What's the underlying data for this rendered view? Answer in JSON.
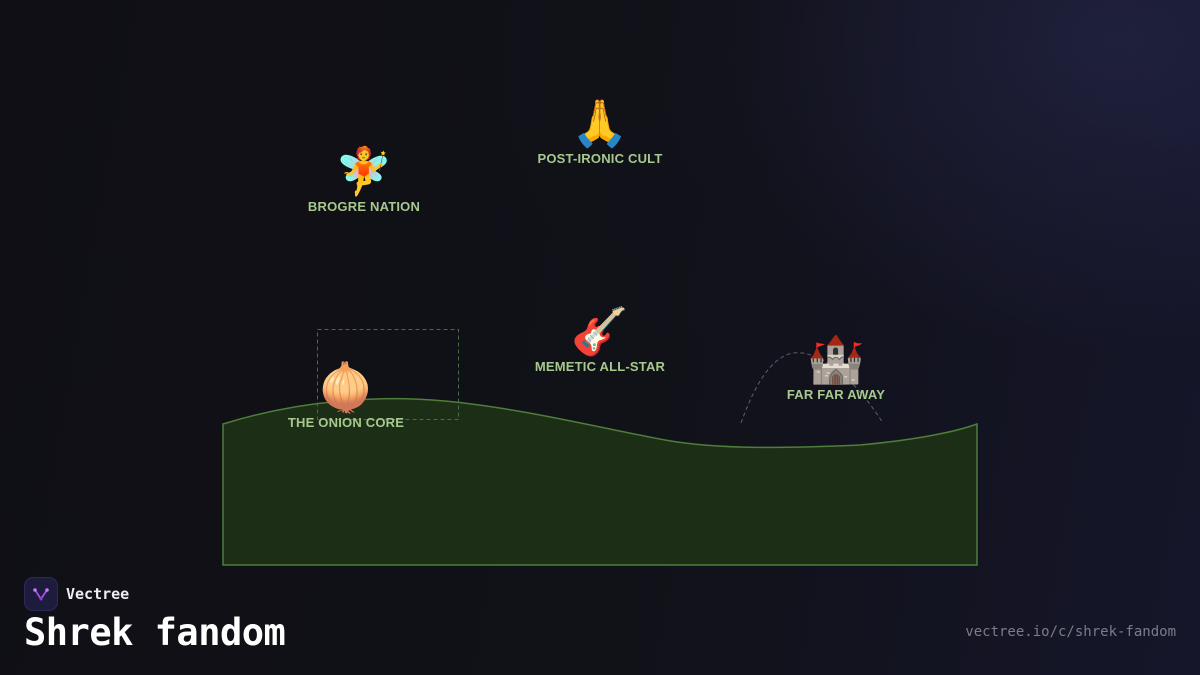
{
  "map": {
    "landmarks": [
      {
        "id": "brogre-nation",
        "icon": "fairy-icon",
        "emoji": "🧚",
        "label": "BROGRE NATION"
      },
      {
        "id": "post-ironic-cult",
        "icon": "folded-hands-icon",
        "emoji": "🙏",
        "label": "POST-IRONIC CULT"
      },
      {
        "id": "memetic-all-star",
        "icon": "guitar-icon",
        "emoji": "🎸",
        "label": "MEMETIC ALL-STAR"
      },
      {
        "id": "the-onion-core",
        "icon": "onion-icon",
        "emoji": "🧅",
        "label": "THE ONION CORE"
      },
      {
        "id": "far-far-away",
        "icon": "castle-icon",
        "emoji": "🏰",
        "label": "FAR FAR AWAY"
      }
    ]
  },
  "brand": {
    "name": "Vectree",
    "logo_icon": "vectree-logo-icon",
    "logo_color": "#a64ee6"
  },
  "page": {
    "title": "Shrek fandom",
    "url": "vectree.io/c/shrek-fandom"
  },
  "colors": {
    "background": "#111118",
    "terrain_fill": "#1d2e17",
    "terrain_stroke": "#4f7d3a",
    "label": "#a7c98f"
  }
}
